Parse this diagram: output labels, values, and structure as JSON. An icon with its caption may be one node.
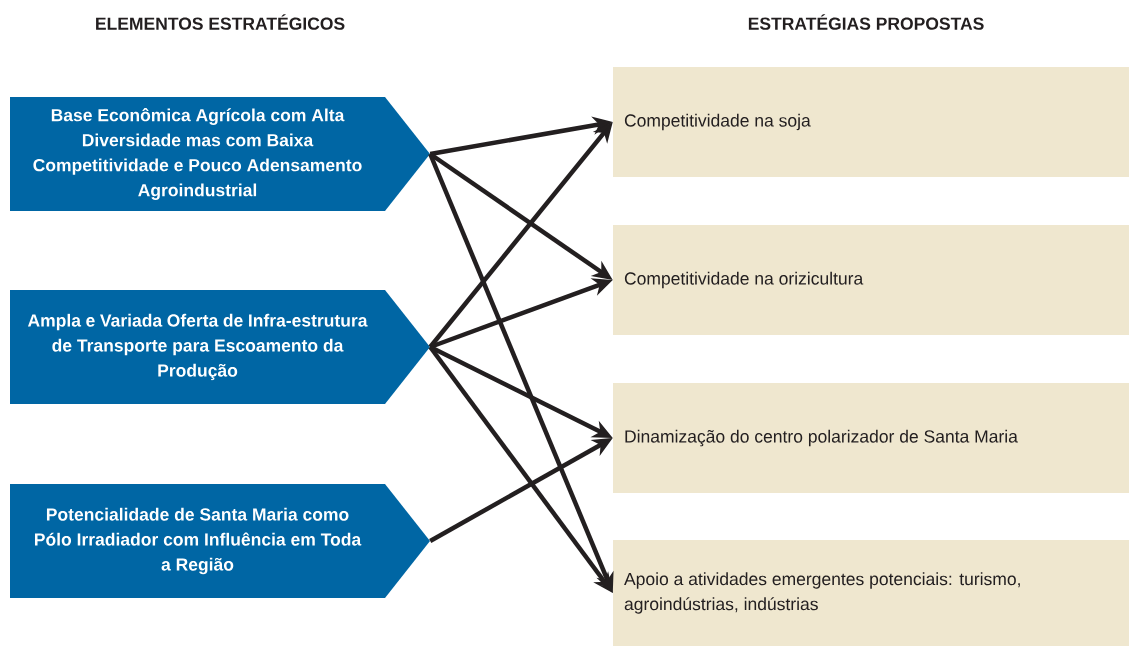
{
  "diagram": {
    "nodes": [
      {
        "text": [
          "Base Econômica Agrícola com Alta Diversidade mas com Baixa Competitividade e Pouco Adensamento Agroindustrial"
        ]
      },
      {
        "text": [
          "Ampla e Variada Oferta de Infra-estrutura de Transporte para Escoamento da Produção"
        ]
      },
      {
        "text": [
          "Potencialidade de Santa Maria como Pólo Irradiador com Influência em Toda a Região"
        ]
      },
      {
        "text": [
          "Competitividade na soja"
        ]
      },
      {
        "text": [
          "Competitividade na orizicultura"
        ]
      },
      {
        "text": [
          "Dinamização do centro polarizador de Santa Maria"
        ]
      },
      {
        "text": [
          "Apoio a atividades emergentes potenciais: turismo, agroindústrias, indústrias"
        ]
      }
    ],
    "edges": [
      {
        "from": 0,
        "to": 3,
        "arrow": "to"
      },
      {
        "from": 0,
        "to": 4,
        "arrow": "to"
      },
      {
        "from": 0,
        "to": 6,
        "arrow": "to"
      },
      {
        "from": 1,
        "to": 3,
        "arrow": "to"
      },
      {
        "from": 1,
        "to": 4,
        "arrow": "to"
      },
      {
        "from": 1,
        "to": 5,
        "arrow": "to"
      },
      {
        "from": 1,
        "to": 6,
        "arrow": "to"
      },
      {
        "from": 2,
        "to": 5,
        "arrow": "to"
      }
    ],
    "labels": [
      "ELEMENTOS ESTRATÉGICOS",
      "ESTRATÉGIAS PROPOSTAS"
    ]
  }
}
